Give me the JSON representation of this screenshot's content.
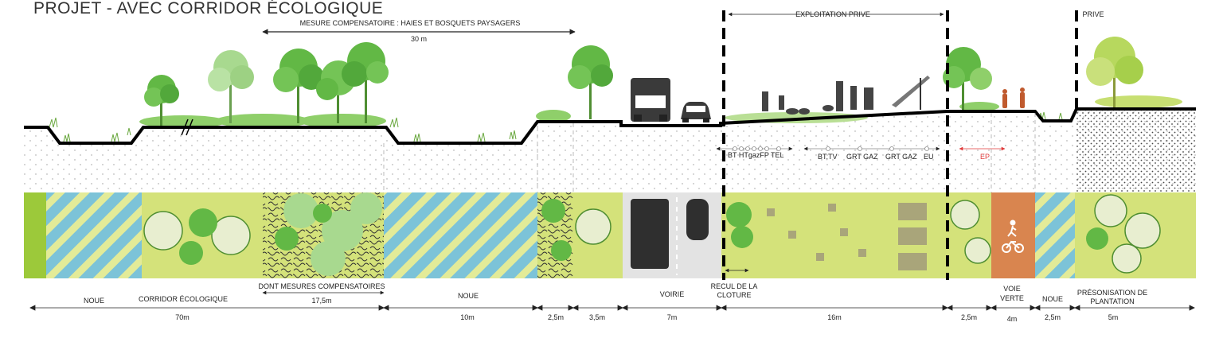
{
  "title": "PROJET - AVEC CORRIDOR ÉCOLOGIQUE",
  "top_annotations": {
    "compensation": "MESURE COMPENSATOIRE : HAIES ET BOSQUETS PAYSAGERS",
    "compensation_width": "30 m",
    "private_farm": "EXPLOITATION PRIVE",
    "private": "PRIVE"
  },
  "networks": {
    "left": "BT HTgazFP TEL",
    "middle_1": "BT,TV",
    "middle_2": "GRT GAZ",
    "middle_3": "GRT GAZ",
    "middle_4": "EU",
    "ep": "EP",
    "ep_color": "#e03a3a"
  },
  "zone_labels": [
    {
      "text": "NOUE"
    },
    {
      "text": "CORRIDOR ÉCOLOGIQUE"
    },
    {
      "text": "DONT MESURES COMPENSATOIRES"
    },
    {
      "text": "NOUE"
    },
    {
      "text": "VOIRIE"
    },
    {
      "text": "RECUL DE LA"
    },
    {
      "text": "CLOTURE"
    },
    {
      "text": "VOIE"
    },
    {
      "text": "VERTE"
    },
    {
      "text": "NOUE"
    },
    {
      "text": "PRÉSONISATION DE"
    },
    {
      "text": "PLANTATION"
    }
  ],
  "dimensions": [
    {
      "text": "17,5m"
    },
    {
      "text": "70m"
    },
    {
      "text": "10m"
    },
    {
      "text": "2,5m"
    },
    {
      "text": "3,5m"
    },
    {
      "text": "7m"
    },
    {
      "text": "16m"
    },
    {
      "text": "2,5m"
    },
    {
      "text": "4m"
    },
    {
      "text": "2,5m"
    },
    {
      "text": "5m"
    }
  ],
  "colors": {
    "lime": "#d4e27a",
    "bright_green": "#9cc93a",
    "swale_blue": "#7cc3d8",
    "tree_green": "#62b845",
    "road_grey": "#e3e3e3",
    "greenway_orange": "#d9854f",
    "ground_line": "#000000"
  }
}
